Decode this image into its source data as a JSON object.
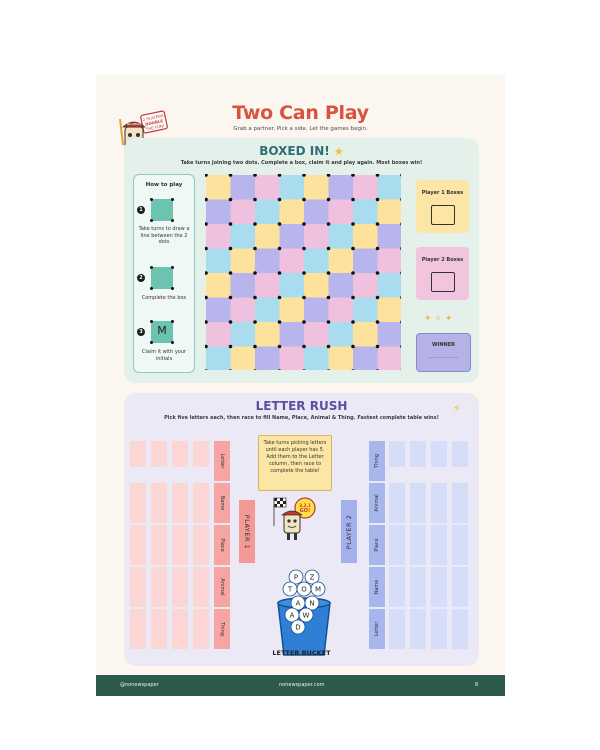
{
  "header": {
    "title": "Two Can Play",
    "subtitle": "Grab a partner. Pick a side. Let the games begin.",
    "mascot_sign": [
      "2 PLAYERS",
      "DOUBLE",
      "THE FUN!"
    ],
    "mascot_cap": "NO NEWS"
  },
  "boxed": {
    "title": "BOXED IN!",
    "subtitle": "Take turns joining two dots. Complete a box, claim it and play again. Most boxes win!",
    "howto": {
      "title": "How to play",
      "steps": [
        {
          "num": "1",
          "text": "Take turns to draw a line between the 2 dots"
        },
        {
          "num": "2",
          "text": "Complete the box"
        },
        {
          "num": "3",
          "text": "Claim it with your initials",
          "letter": "M"
        }
      ]
    },
    "player1": "Player 1 Boxes",
    "player2": "Player 2 Boxes",
    "winner": "WINNER",
    "winner_line": "..............",
    "colors": [
      "#fde29d",
      "#b8b5ec",
      "#f0c1de",
      "#a9dcee"
    ]
  },
  "rush": {
    "title": "LETTER RUSH",
    "subtitle": "Pick five letters each, then race to fill Name, Place, Animal & Thing. Fastest complete table wins!",
    "scroll": "Take turns picking letters until each player has 5. Add them to the Letter column, then race to complete the table!",
    "mascot_sign": "3, 2, 1 GO!",
    "player1": "PLAYER 1",
    "player2": "PLAYER 2",
    "left_headers": [
      "Letter",
      "Name",
      "Place",
      "Animal",
      "Thing"
    ],
    "right_headers": [
      "Thing",
      "Animal",
      "Place",
      "Name",
      "Letter"
    ],
    "bucket_letters": [
      "P",
      "Z",
      "T",
      "O",
      "M",
      "A",
      "N",
      "A",
      "W",
      "D"
    ],
    "bucket_label": "LETTER BUCKET"
  },
  "footer": {
    "handle": "@nonewspaper",
    "site": "nonewspaper.com",
    "page": "8"
  }
}
